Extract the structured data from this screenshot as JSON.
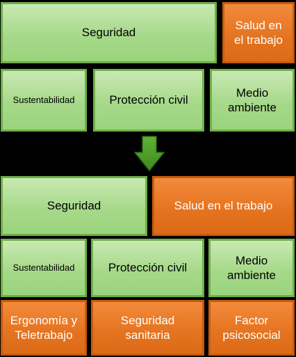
{
  "before": {
    "row1": [
      "Seguridad",
      "Salud en\nel trabajo"
    ],
    "row2": [
      "Sustentabilidad",
      "Protección civil",
      "Medio\nambiente"
    ]
  },
  "after": {
    "row1": [
      "Seguridad",
      "Salud en el trabajo"
    ],
    "row2": [
      "Sustentabilidad",
      "Protección civil",
      "Medio\nambiente"
    ],
    "row3": [
      "Ergonomía y\nTeletrabajo",
      "Seguridad\nsanitaria",
      "Factor\npsicosocial"
    ]
  },
  "colors": {
    "green_fill": "#a6d98a",
    "green_border": "#6fb04a",
    "orange_fill": "#e4731f",
    "arrow": "#4f9a2a"
  },
  "icons": {
    "transition": "down-arrow-icon"
  }
}
